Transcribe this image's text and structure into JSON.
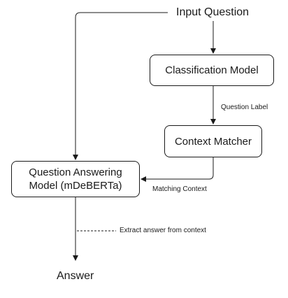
{
  "diagram": {
    "input_label": "Input Question",
    "answer_label": "Answer",
    "nodes": {
      "classification": "Classification Model",
      "context_matcher": "Context Matcher",
      "qa_model_line1": "Question Answering",
      "qa_model_line2": "Model (mDeBERTa)"
    },
    "edge_labels": {
      "question_label": "Question Label",
      "matching_context": "Matching Context",
      "extract": "Extract answer from context"
    }
  }
}
